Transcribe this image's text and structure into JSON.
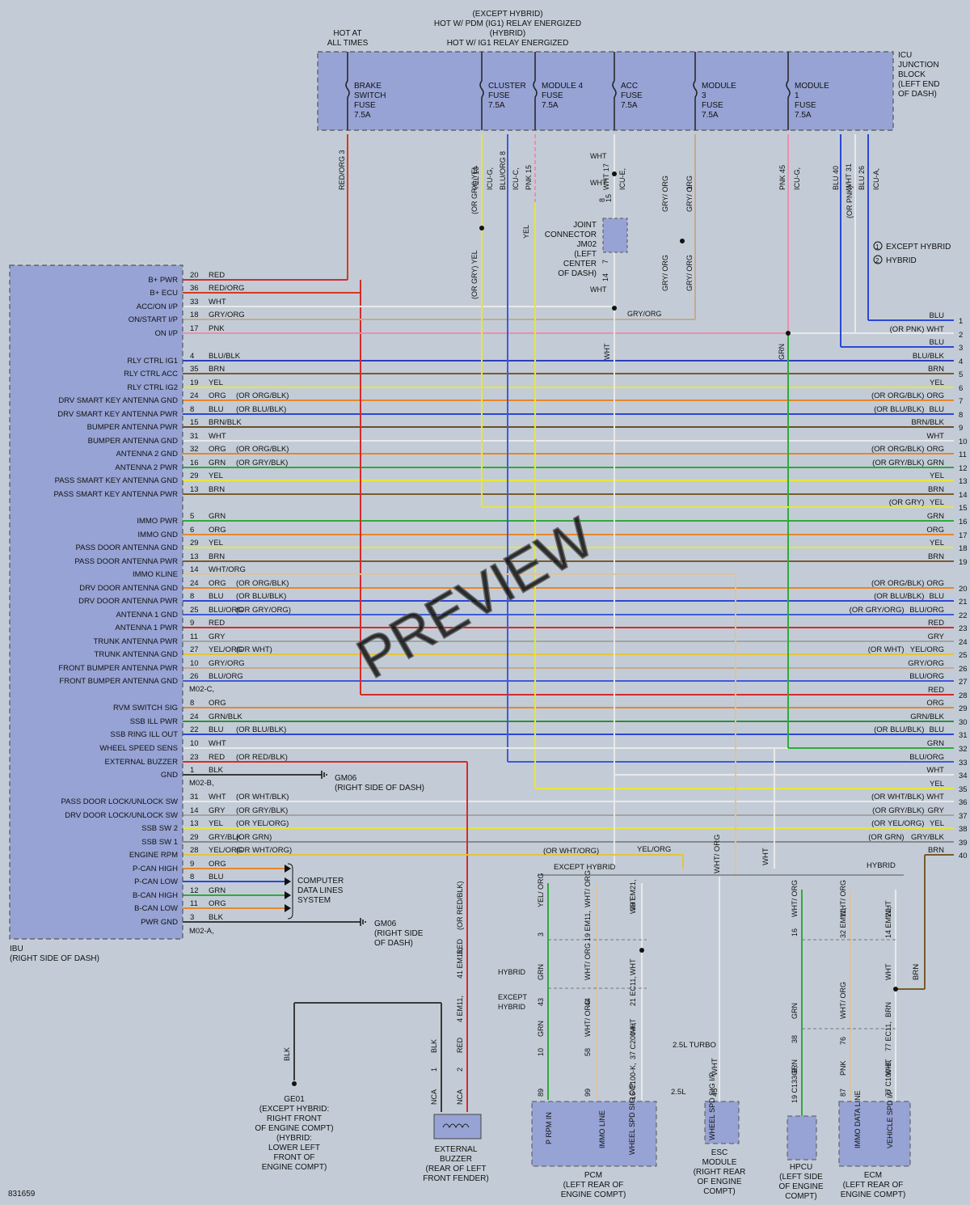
{
  "diagram_id": "831659",
  "watermark": "PREVIEW",
  "header": {
    "hot_at_all_times": [
      "HOT AT",
      "ALL TIMES"
    ],
    "hot_relay": [
      "(EXCEPT HYBRID)",
      "HOT W/ PDM (IG1) RELAY ENERGIZED",
      "(HYBRID)",
      "HOT W/ IG1 RELAY ENERGIZED"
    ]
  },
  "icu": {
    "label": [
      "ICU",
      "JUNCTION",
      "BLOCK",
      "(LEFT END",
      "OF DASH)"
    ],
    "fuses": [
      {
        "name": [
          "BRAKE",
          "SWITCH",
          "FUSE",
          "7.5A"
        ]
      },
      {
        "name": [
          "CLUSTER",
          "FUSE",
          "7.5A"
        ]
      },
      {
        "name": [
          "MODULE 4",
          "FUSE",
          "7.5A"
        ]
      },
      {
        "name": [
          "ACC",
          "FUSE",
          "7.5A"
        ]
      },
      {
        "name": [
          "MODULE",
          "3",
          "FUSE",
          "7.5A"
        ]
      },
      {
        "name": [
          "MODULE",
          "1",
          "FUSE",
          "7.5A"
        ]
      }
    ],
    "pins": [
      {
        "text": "RED/ORG  3"
      },
      {
        "text": "YEL  10"
      },
      {
        "text": "ICU-G,"
      },
      {
        "text": "BLU/ORG  8"
      },
      {
        "text": "ICU-C,"
      },
      {
        "text": "PNK  15"
      },
      {
        "text": "WHT  17"
      },
      {
        "text": "ICU-E,"
      },
      {
        "text": "1"
      },
      {
        "text": "PNK  45"
      },
      {
        "text": "ICU-G,"
      },
      {
        "text": "BLU  40"
      },
      {
        "text": "WHT  31"
      },
      {
        "text": "BLU  26"
      },
      {
        "text": "ICU-A,"
      }
    ]
  },
  "legend": {
    "except_hybrid": "EXCEPT HYBRID",
    "hybrid": "HYBRID",
    "n1": "1",
    "n2": "2"
  },
  "joint": {
    "label": [
      "JOINT",
      "CONNECTOR",
      "JM02",
      "(LEFT",
      "CENTER",
      "OF DASH)"
    ],
    "wht": "WHT",
    "pins": [
      "8",
      "15",
      "7",
      "14"
    ],
    "gry_org": "GRY/ORG"
  },
  "ibu": {
    "label": [
      "IBU",
      "(RIGHT SIDE OF DASH)"
    ],
    "conn_c": "M02-C,",
    "conn_b": "M02-B,",
    "conn_a": "M02-A,",
    "rows": [
      {
        "sig": "B+ PWR",
        "pin": "20",
        "wire": "RED",
        "alt": ""
      },
      {
        "sig": "B+ ECU",
        "pin": "36",
        "wire": "RED/ORG",
        "alt": ""
      },
      {
        "sig": "ACC/ON I/P",
        "pin": "33",
        "wire": "WHT",
        "alt": ""
      },
      {
        "sig": "ON/START I/P",
        "pin": "18",
        "wire": "GRY/ORG",
        "alt": ""
      },
      {
        "sig": "ON I/P",
        "pin": "17",
        "wire": "PNK",
        "alt": ""
      },
      {
        "sig": "RLY CTRL IG1",
        "pin": "4",
        "wire": "BLU/BLK",
        "alt": ""
      },
      {
        "sig": "RLY CTRL ACC",
        "pin": "35",
        "wire": "BRN",
        "alt": ""
      },
      {
        "sig": "RLY CTRL IG2",
        "pin": "19",
        "wire": "YEL",
        "alt": ""
      },
      {
        "sig": "DRV SMART KEY ANTENNA GND",
        "pin": "24",
        "wire": "ORG",
        "alt": "(OR ORG/BLK)"
      },
      {
        "sig": "DRV SMART KEY ANTENNA PWR",
        "pin": "8",
        "wire": "BLU",
        "alt": "(OR BLU/BLK)"
      },
      {
        "sig": "BUMPER ANTENNA PWR",
        "pin": "15",
        "wire": "BRN/BLK",
        "alt": ""
      },
      {
        "sig": "BUMPER ANTENNA GND",
        "pin": "31",
        "wire": "WHT",
        "alt": ""
      },
      {
        "sig": "ANTENNA 2 GND",
        "pin": "32",
        "wire": "ORG",
        "alt": "(OR ORG/BLK)"
      },
      {
        "sig": "ANTENNA 2 PWR",
        "pin": "16",
        "wire": "GRN",
        "alt": "(OR GRY/BLK)"
      },
      {
        "sig": "PASS SMART KEY ANTENNA GND",
        "pin": "29",
        "wire": "YEL",
        "alt": ""
      },
      {
        "sig": "PASS SMART KEY ANTENNA PWR",
        "pin": "13",
        "wire": "BRN",
        "alt": ""
      },
      {
        "sig": "IMMO PWR",
        "pin": "5",
        "wire": "GRN",
        "alt": ""
      },
      {
        "sig": "IMMO GND",
        "pin": "6",
        "wire": "ORG",
        "alt": ""
      },
      {
        "sig": "PASS DOOR ANTENNA GND",
        "pin": "29",
        "wire": "YEL",
        "alt": ""
      },
      {
        "sig": "PASS DOOR ANTENNA PWR",
        "pin": "13",
        "wire": "BRN",
        "alt": ""
      },
      {
        "sig": "IMMO KLINE",
        "pin": "14",
        "wire": "WHT/ORG",
        "alt": ""
      },
      {
        "sig": "DRV DOOR ANTENNA GND",
        "pin": "24",
        "wire": "ORG",
        "alt": "(OR ORG/BLK)"
      },
      {
        "sig": "DRV DOOR ANTENNA PWR",
        "pin": "8",
        "wire": "BLU",
        "alt": "(OR BLU/BLK)"
      },
      {
        "sig": "ANTENNA 1 GND",
        "pin": "25",
        "wire": "BLU/ORG",
        "alt": "(OR GRY/ORG)"
      },
      {
        "sig": "ANTENNA 1 PWR",
        "pin": "9",
        "wire": "RED",
        "alt": ""
      },
      {
        "sig": "TRUNK ANTENNA PWR",
        "pin": "11",
        "wire": "GRY",
        "alt": ""
      },
      {
        "sig": "TRUNK ANTENNA GND",
        "pin": "27",
        "wire": "YEL/ORG",
        "alt": "(OR WHT)"
      },
      {
        "sig": "FRONT BUMPER ANTENNA PWR",
        "pin": "10",
        "wire": "GRY/ORG",
        "alt": ""
      },
      {
        "sig": "FRONT BUMPER ANTENNA GND",
        "pin": "26",
        "wire": "BLU/ORG",
        "alt": ""
      },
      {
        "sig": "RVM SWITCH SIG",
        "pin": "8",
        "wire": "ORG",
        "alt": ""
      },
      {
        "sig": "SSB ILL PWR",
        "pin": "24",
        "wire": "GRN/BLK",
        "alt": ""
      },
      {
        "sig": "SSB RING ILL OUT",
        "pin": "22",
        "wire": "BLU",
        "alt": "(OR BLU/BLK)"
      },
      {
        "sig": "WHEEL SPEED SENS",
        "pin": "10",
        "wire": "WHT",
        "alt": ""
      },
      {
        "sig": "EXTERNAL BUZZER",
        "pin": "23",
        "wire": "RED",
        "alt": "(OR RED/BLK)"
      },
      {
        "sig": "",
        "pin": "1",
        "wire": "BLK",
        "alt": ""
      },
      {
        "sig": "GND",
        "pin": "",
        "wire": "",
        "alt": ""
      },
      {
        "sig": "PASS DOOR LOCK/UNLOCK SW",
        "pin": "31",
        "wire": "WHT",
        "alt": "(OR WHT/BLK)"
      },
      {
        "sig": "DRV DOOR LOCK/UNLOCK SW",
        "pin": "14",
        "wire": "GRY",
        "alt": "(OR GRY/BLK)"
      },
      {
        "sig": "SSB SW 2",
        "pin": "13",
        "wire": "YEL",
        "alt": "(OR YEL/ORG)"
      },
      {
        "sig": "SSB SW 1",
        "pin": "29",
        "wire": "GRY/BLK",
        "alt": "(OR GRN)"
      },
      {
        "sig": "ENGINE RPM",
        "pin": "28",
        "wire": "YEL/ORG",
        "alt": "(OR WHT/ORG)"
      },
      {
        "sig": "P-CAN HIGH",
        "pin": "9",
        "wire": "ORG",
        "alt": ""
      },
      {
        "sig": "P-CAN LOW",
        "pin": "8",
        "wire": "BLU",
        "alt": ""
      },
      {
        "sig": "B-CAN HIGH",
        "pin": "12",
        "wire": "GRN",
        "alt": ""
      },
      {
        "sig": "B-CAN LOW",
        "pin": "11",
        "wire": "ORG",
        "alt": ""
      },
      {
        "sig": "PWR GND",
        "pin": "3",
        "wire": "BLK",
        "alt": ""
      }
    ]
  },
  "right_side": {
    "rows": [
      {
        "n": "1",
        "wire": "BLU",
        "alt": ""
      },
      {
        "n": "2",
        "wire": "WHT",
        "alt": "(OR PNK)"
      },
      {
        "n": "3",
        "wire": "BLU",
        "alt": ""
      },
      {
        "n": "4",
        "wire": "BLU/BLK",
        "alt": ""
      },
      {
        "n": "5",
        "wire": "BRN",
        "alt": ""
      },
      {
        "n": "6",
        "wire": "YEL",
        "alt": ""
      },
      {
        "n": "7",
        "wire": "ORG",
        "alt": "(OR ORG/BLK)"
      },
      {
        "n": "8",
        "wire": "BLU",
        "alt": "(OR BLU/BLK)"
      },
      {
        "n": "9",
        "wire": "BRN/BLK",
        "alt": ""
      },
      {
        "n": "10",
        "wire": "WHT",
        "alt": ""
      },
      {
        "n": "11",
        "wire": "ORG",
        "alt": "(OR ORG/BLK)"
      },
      {
        "n": "12",
        "wire": "GRN",
        "alt": "(OR GRY/BLK)"
      },
      {
        "n": "13",
        "wire": "YEL",
        "alt": ""
      },
      {
        "n": "14",
        "wire": "BRN",
        "alt": ""
      },
      {
        "n": "15",
        "wire": "YEL",
        "alt": "(OR GRY)"
      },
      {
        "n": "16",
        "wire": "GRN",
        "alt": ""
      },
      {
        "n": "17",
        "wire": "ORG",
        "alt": ""
      },
      {
        "n": "18",
        "wire": "YEL",
        "alt": ""
      },
      {
        "n": "19",
        "wire": "BRN",
        "alt": ""
      },
      {
        "n": "20",
        "wire": "ORG",
        "alt": "(OR ORG/BLK)"
      },
      {
        "n": "21",
        "wire": "BLU",
        "alt": "(OR BLU/BLK)"
      },
      {
        "n": "22",
        "wire": "BLU/ORG",
        "alt": "(OR GRY/ORG)"
      },
      {
        "n": "23",
        "wire": "RED",
        "alt": ""
      },
      {
        "n": "24",
        "wire": "GRY",
        "alt": ""
      },
      {
        "n": "25",
        "wire": "YEL/ORG",
        "alt": "(OR WHT)"
      },
      {
        "n": "26",
        "wire": "GRY/ORG",
        "alt": ""
      },
      {
        "n": "27",
        "wire": "BLU/ORG",
        "alt": ""
      },
      {
        "n": "28",
        "wire": "RED",
        "alt": ""
      },
      {
        "n": "29",
        "wire": "ORG",
        "alt": ""
      },
      {
        "n": "30",
        "wire": "GRN/BLK",
        "alt": ""
      },
      {
        "n": "31",
        "wire": "BLU",
        "alt": "(OR BLU/BLK)"
      },
      {
        "n": "32",
        "wire": "GRN",
        "alt": ""
      },
      {
        "n": "33",
        "wire": "BLU/ORG",
        "alt": ""
      },
      {
        "n": "34",
        "wire": "WHT",
        "alt": ""
      },
      {
        "n": "35",
        "wire": "YEL",
        "alt": ""
      },
      {
        "n": "36",
        "wire": "WHT",
        "alt": "(OR WHT/BLK)"
      },
      {
        "n": "37",
        "wire": "GRY",
        "alt": "(OR GRY/BLK)"
      },
      {
        "n": "38",
        "wire": "YEL",
        "alt": "(OR YEL/ORG)"
      },
      {
        "n": "39",
        "wire": "GRY/BLK",
        "alt": "(OR GRN)"
      },
      {
        "n": "40",
        "wire": "BRN",
        "alt": ""
      }
    ]
  },
  "vertical_labels": {
    "yel_or_gry_1": "(OR GRY)  YEL",
    "yel_or_gry_2": "(OR GRY)  YEL",
    "yel": "YEL",
    "wht": "WHT",
    "grn": "GRN",
    "blu_wht_or_pnk": "(OR PNK)",
    "gry_org_a": "GRY/ ORG",
    "gry_org_b": "GRY/ ORG",
    "n1": "1",
    "n2": "2"
  },
  "can": {
    "label": [
      "COMPUTER",
      "DATA LINES",
      "SYSTEM"
    ]
  },
  "grounds": {
    "gm06a": [
      "GM06",
      "(RIGHT SIDE OF DASH)"
    ],
    "gm06b": [
      "GM06",
      "(RIGHT SIDE",
      "OF DASH)"
    ],
    "ge01": [
      "GE01",
      "(EXCEPT HYBRID:",
      "RIGHT FRONT",
      "OF ENGINE COMPT)",
      "(HYBRID:",
      "LOWER LEFT",
      "FRONT OF",
      "ENGINE COMPT)"
    ],
    "blk": "BLK"
  },
  "buzzer": {
    "label": [
      "EXTERNAL",
      "BUZZER",
      "(REAR OF LEFT",
      "FRONT FENDER)"
    ],
    "red_or_red_blk": "(OR RED/BLK)",
    "red": "RED",
    "blk": "BLK",
    "nca": "NCA",
    "em11_41": "41  EM11,",
    "em11_4": "4  EM11,",
    "hybrid": "HYBRID",
    "except_hybrid": [
      "EXCEPT",
      "HYBRID"
    ],
    "pin1": "1",
    "pin2": "2"
  },
  "bottom": {
    "or_wht_org": "(OR WHT/ORG)",
    "yel_org": "YEL/ORG",
    "except_hybrid": "EXCEPT HYBRID",
    "hybrid": "HYBRID",
    "wht_org_v": "WHT/ ORG",
    "wht_v": "WHT",
    "brn_v": "BRN",
    "turbo": "2.5L TURBO",
    "l25": "2.5L"
  },
  "modules": [
    {
      "name": [
        "PCM",
        "(LEFT REAR OF",
        "ENGINE COMPT)"
      ],
      "pins": [
        "P RPM IN",
        "IMMO LINE",
        "WHEEL SPD SIG O/P"
      ]
    },
    {
      "name": [
        "ESC",
        "MODULE",
        "(RIGHT REAR",
        "OF ENGINE",
        "COMPT)"
      ],
      "pins": [
        "WHEEL SPD SIG I/P"
      ]
    },
    {
      "name": [
        "HPCU",
        "(LEFT SIDE",
        "OF ENGINE",
        "COMPT)"
      ],
      "pins": []
    },
    {
      "name": [
        "ECM",
        "(LEFT REAR OF",
        "ENGINE COMPT)"
      ],
      "pins": [
        "IMMO DATA LINE",
        "VEHICLE SPD I/P"
      ]
    }
  ],
  "bottom_pins": {
    "pcm1": [
      "YEL/ ORG",
      "3",
      "GRN",
      "43",
      "GRN",
      "10",
      "89"
    ],
    "pcm2": [
      "WHT/ ORG",
      "19  EM11,",
      "WHT/ ORG",
      "44",
      "WHT/ ORG",
      "58",
      "99"
    ],
    "pcm3": [
      "WHT",
      "39  EM21,",
      "WHT",
      "21  EC11,",
      "WHT",
      "37  C200-K,",
      "16  C100-K,"
    ],
    "esc": [
      "WHT",
      "45"
    ],
    "hpcu": [
      "WHT/ ORG",
      "16",
      "GRN",
      "38",
      "GRN",
      "19  C133-B,"
    ],
    "ecm1": [
      "WHT/ ORG",
      "32  EM11,",
      "WHT/ ORG",
      "76",
      "PNK",
      "87"
    ],
    "ecm2": [
      "WHT",
      "14  EM21,",
      "WHT",
      "BRN",
      "77  EC11,",
      "WHT",
      "77  C100-B,"
    ]
  },
  "wire_colors": {
    "RED": "#d62a2a",
    "RED/ORG": "#d9381e",
    "WHT": "#e9e9e9",
    "GRY/ORG": "#c5a98c",
    "PNK": "#ec8fae",
    "BLU/BLK": "#2b3fbf",
    "BRN": "#7a5a2c",
    "YEL": "#e6e63a",
    "ORG": "#e6872b",
    "BLU": "#2d47d6",
    "BRN/BLK": "#6a4e2a",
    "GRN": "#2faa3a",
    "WHT/ORG": "#d8c3a8",
    "BLU/ORG": "#3f5ad8",
    "GRY": "#a3a3a3",
    "YEL/ORG": "#e3c43a",
    "GRN/BLK": "#2f8f3a",
    "BLK": "#3a3a3a",
    "GRY/BLK": "#8a8a8a"
  }
}
